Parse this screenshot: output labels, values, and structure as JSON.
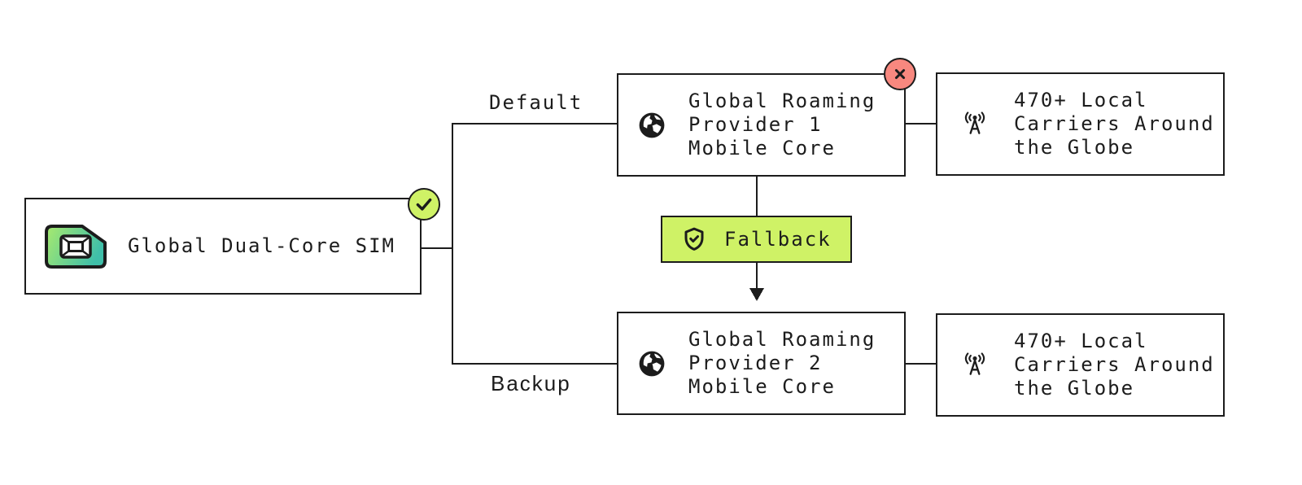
{
  "colors": {
    "ink": "#1c1c1c",
    "lime": "#cff266",
    "red": "#f8887f",
    "sim_grad_1": "#a8ea6e",
    "sim_grad_2": "#3fbfa9",
    "bg": "#ffffff"
  },
  "sim": {
    "label": "Global Dual-Core SIM",
    "status_icon": "check"
  },
  "branch": {
    "default_label": "Default",
    "backup_label": "Backup"
  },
  "provider1": {
    "line1": "Global Roaming",
    "line2": "Provider 1",
    "line3": "Mobile Core",
    "status_icon": "x"
  },
  "provider2": {
    "line1": "Global Roaming",
    "line2": "Provider 2",
    "line3": "Mobile Core"
  },
  "carriers_top": {
    "line1": "470+ Local",
    "line2": "Carriers Around",
    "line3": "the Globe"
  },
  "carriers_bottom": {
    "line1": "470+ Local",
    "line2": "Carriers Around",
    "line3": "the Globe"
  },
  "fallback": {
    "label": "Fallback"
  }
}
